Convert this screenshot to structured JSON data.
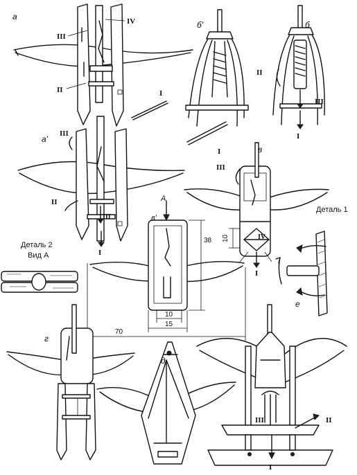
{
  "figure_labels": {
    "a": "а",
    "a_prime": "а'",
    "b": "б",
    "b_prime": "б'",
    "v": "в",
    "v_prime": "в'",
    "g": "г",
    "d": "д",
    "e": "е"
  },
  "part_markers": {
    "I": "I",
    "II": "II",
    "III": "III",
    "IV": "IV"
  },
  "view_arrow": "А",
  "details": {
    "detail1": "Деталь 1",
    "detail2_line1": "Деталь 2",
    "detail2_line2": "Вид А"
  },
  "dimensions": {
    "d38": "38",
    "d10_vert": "10",
    "d10_horiz": "10",
    "d15": "15",
    "d70": "70"
  }
}
